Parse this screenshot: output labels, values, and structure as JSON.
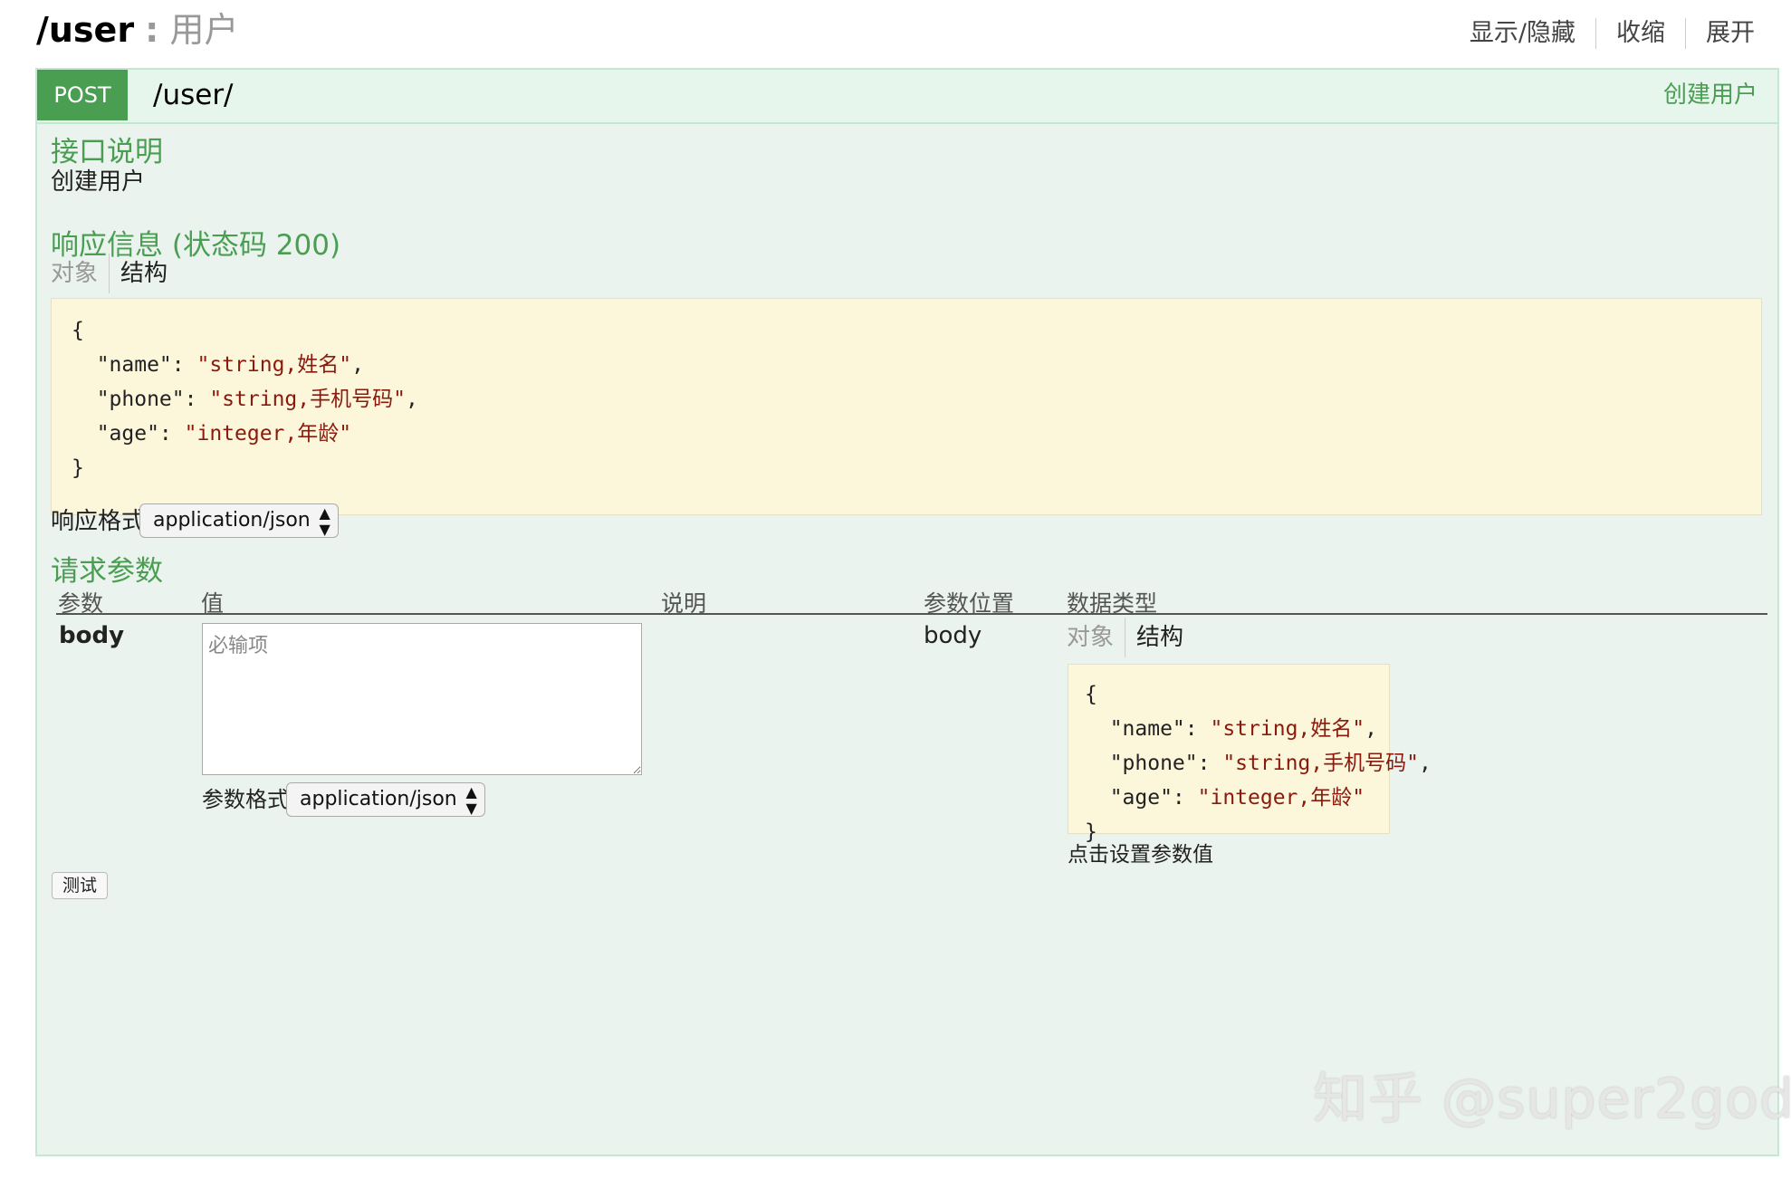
{
  "heading": {
    "path": "/user",
    "separator": ":",
    "description": "用户"
  },
  "top_links": [
    "显示/隐藏",
    "收缩",
    "展开"
  ],
  "operation": {
    "method": "POST",
    "path": "/user/",
    "summary": "创建用户"
  },
  "interface_desc": {
    "title": "接口说明",
    "text": "创建用户"
  },
  "response": {
    "title": "响应信息 (状态码 200)",
    "tabs": [
      "对象",
      "结构"
    ],
    "code_lines": [
      {
        "k": "{",
        "v": ""
      },
      {
        "k": "  \"name\": ",
        "v": "\"string,姓名\"",
        "tail": ","
      },
      {
        "k": "  \"phone\": ",
        "v": "\"string,手机号码\"",
        "tail": ","
      },
      {
        "k": "  \"age\": ",
        "v": "\"integer,年龄\"",
        "tail": ""
      },
      {
        "k": "}",
        "v": ""
      }
    ],
    "format_label": "响应格式",
    "format_value": "application/json"
  },
  "params": {
    "title": "请求参数",
    "columns": [
      "参数",
      "值",
      "说明",
      "参数位置",
      "数据类型"
    ],
    "row": {
      "name": "body",
      "placeholder": "必输项",
      "format_label": "参数格式:",
      "format_value": "application/json",
      "location": "body",
      "tabs": [
        "对象",
        "结构"
      ],
      "hint": "点击设置参数值"
    }
  },
  "test_button": "测试",
  "watermark": "知乎 @super2god"
}
